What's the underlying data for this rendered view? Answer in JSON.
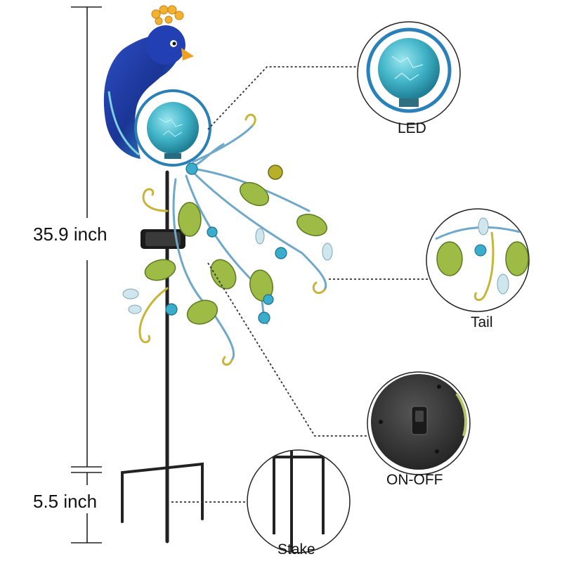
{
  "dimensions": {
    "height_main": "35.9 inch",
    "height_stake": "5.5 inch"
  },
  "callouts": [
    {
      "label": "LED",
      "icon": "crackle-glass-globe-icon"
    },
    {
      "label": "Tail",
      "icon": "peacock-tail-feathers-icon"
    },
    {
      "label": "ON-OFF",
      "icon": "solar-panel-switch-icon"
    },
    {
      "label": "Stake",
      "icon": "ground-stake-icon"
    }
  ],
  "colors": {
    "peacock_body": "#1f3fa8",
    "globe": "#43b5c9",
    "feather_green": "#8fb23a",
    "stake": "#222222",
    "leader_line": "#333333"
  }
}
